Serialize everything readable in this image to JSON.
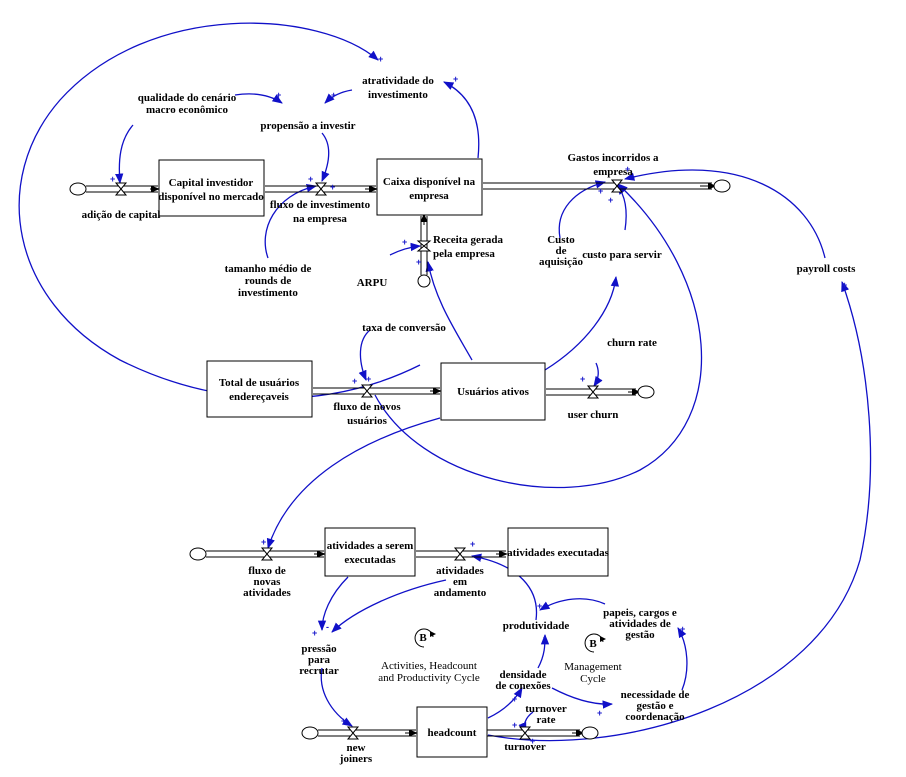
{
  "stocks": {
    "capital": [
      "Capital investidor",
      "disponível no mercado"
    ],
    "caixa": [
      "Caixa disponível na",
      "empresa"
    ],
    "usuarios_totais": [
      "Total de usuários",
      "endereçaveis"
    ],
    "usuarios_ativos": [
      "Usuários ativos"
    ],
    "atividades_a_executar": [
      "atividades a serem",
      "executadas"
    ],
    "atividades_executadas": [
      "atividades executadas"
    ],
    "headcount": [
      "headcount"
    ]
  },
  "flows": {
    "adicao_capital": [
      "adição de capital"
    ],
    "fluxo_investimento": [
      "fluxo de investimento",
      "na empresa"
    ],
    "receita": [
      "Receita gerada",
      "pela empresa"
    ],
    "gastos": [
      "Gastos incorridos a",
      "empresa"
    ],
    "fluxo_novos_usuarios": [
      "fluxo de novos",
      "usuários"
    ],
    "user_churn": [
      "user churn"
    ],
    "fluxo_novas_atividades": [
      "fluxo de",
      "novas",
      "atividades"
    ],
    "atividades_andamento": [
      "atividades",
      "em",
      "andamento"
    ],
    "new_joiners": [
      "new",
      "joiners"
    ],
    "turnover": [
      "turnover"
    ]
  },
  "variables": {
    "qualidade": [
      "qualidade do cenário",
      "macro econômico"
    ],
    "atratividade": [
      "atratividade do",
      "investimento"
    ],
    "propensao": [
      "propensão a investir"
    ],
    "tamanho_medio": [
      "tamanho médio de",
      "rounds de",
      "investimento"
    ],
    "arpu": [
      "ARPU"
    ],
    "custo_aquisicao": [
      "Custo",
      "de",
      "aquisição"
    ],
    "custo_servir": [
      "custo para servir"
    ],
    "payroll": [
      "payroll costs"
    ],
    "taxa_conversao": [
      "taxa de conversão"
    ],
    "churn_rate": [
      "churn rate"
    ],
    "pressao": [
      "pressão",
      "para",
      "recrutar"
    ],
    "produtividade": [
      "produtividade"
    ],
    "densidade": [
      "densidade",
      "de conexões"
    ],
    "papeis": [
      "papeis, cargos e",
      "atividades de",
      "gestão"
    ],
    "necessidade": [
      "necessidade de",
      "gestão e",
      "coordenação"
    ],
    "turnover_rate": [
      "turnover",
      "rate"
    ]
  },
  "loops": {
    "loop1": {
      "symbol": "B",
      "label": [
        "Activities, Headcount",
        "and Productivity Cycle"
      ]
    },
    "loop2": {
      "symbol": "B",
      "label": [
        "Management",
        "Cycle"
      ]
    }
  },
  "polarity": {
    "plus": "+",
    "minus": "-"
  },
  "colors": {
    "link": "#1010c8",
    "stock_border": "#000000",
    "background": "#ffffff"
  }
}
